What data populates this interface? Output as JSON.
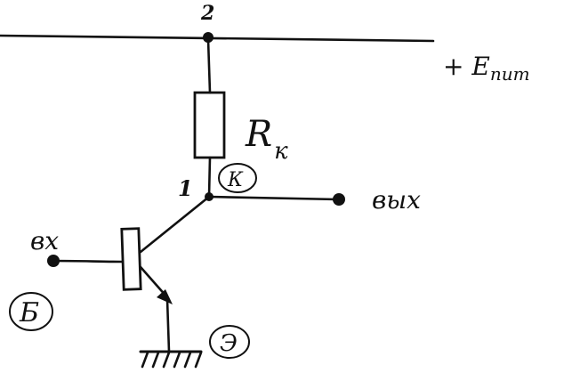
{
  "diagram": {
    "node_2_label": "2",
    "node_1_label": "1",
    "supply_label": "+ E",
    "supply_subscript": "пит",
    "resistor_label": "R",
    "resistor_subscript": "к",
    "collector_label": "К",
    "output_label": "вых",
    "input_label": "вх",
    "base_label": "Б",
    "emitter_label": "Э"
  },
  "colors": {
    "ink": "#111111",
    "background": "#ffffff"
  }
}
